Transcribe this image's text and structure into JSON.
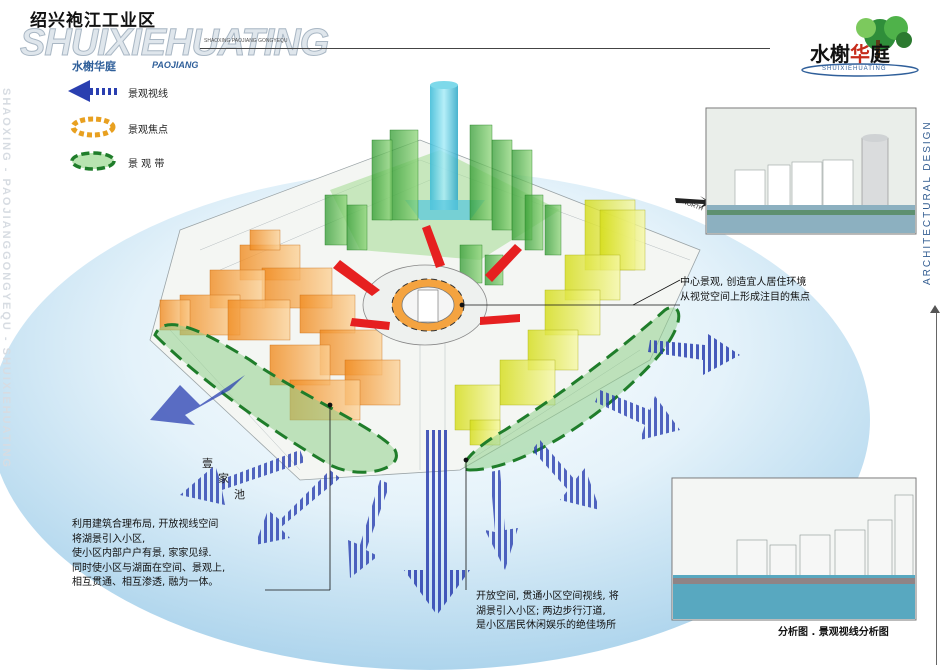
{
  "header": {
    "title": "绍兴袍江工业区",
    "brand_latin": "SHUIXIEHUATING",
    "brand_chinese": "水榭华庭",
    "brand_sub": "PAOJIANG",
    "small_caps": "SHAOXING  PAOJIANG  GONGYEQU"
  },
  "logo": {
    "text_1": "水榭",
    "text_2": "华",
    "text_3": "庭",
    "sub": "SHUIXIEHUATING"
  },
  "vertical_left": "SHAOXING - PAOJIANGGONGYEQU - SHUIXIEHUATING",
  "vertical_right": "ARCHITECTURAL DESIGN",
  "legend": [
    {
      "icon": "arrow-icon",
      "label": "景观视线"
    },
    {
      "icon": "focus-ring-icon",
      "label": "景观焦点"
    },
    {
      "icon": "green-belt-icon",
      "label": "景 观 带"
    }
  ],
  "notes": {
    "center": [
      "中心景观, 创造宜人居住环境",
      "从视觉空间上形成注目的焦点"
    ],
    "left": [
      "利用建筑合理布局, 开放视线空间",
      "将湖景引入小区,",
      "使小区内部户户有景, 家家见绿.",
      "同时使小区与湖面在空间、景观上,",
      "相互贯通、相互渗透, 融为一体。"
    ],
    "bottom": [
      "开放空间, 贯通小区空间视线, 将",
      "湖景引入小区; 两边步行汀道,",
      "是小区居民休闲娱乐的绝佳场所"
    ]
  },
  "map_labels": {
    "lake": [
      "壹",
      "家",
      "池"
    ],
    "north": "NORTH"
  },
  "caption": "分析图 . 景观视线分析图",
  "colors": {
    "orange": "#f5a030",
    "green": "#4cb043",
    "yellow": "#e6ea2a",
    "blue_arrow": "#2a3fb0",
    "water": "#bfe0f2"
  }
}
